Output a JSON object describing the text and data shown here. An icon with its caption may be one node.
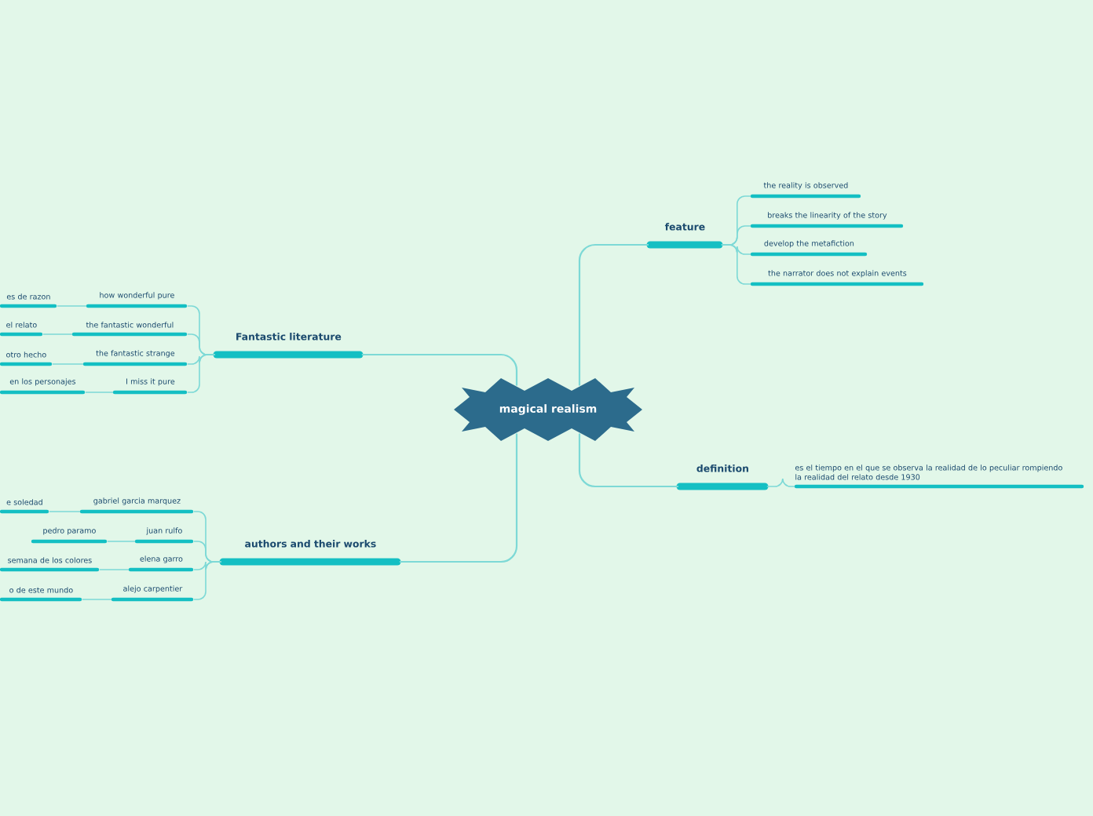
{
  "diagram": {
    "nodes": [
      {
        "text": [
          "magical realism"
        ]
      },
      {
        "text": [
          "feature"
        ]
      },
      {
        "text": [
          "the reality is observed"
        ]
      },
      {
        "text": [
          "breaks the linearity of the story"
        ]
      },
      {
        "text": [
          "develop the metafiction"
        ]
      },
      {
        "text": [
          "the narrator does not explain events"
        ]
      },
      {
        "text": [
          "definition"
        ]
      },
      {
        "text": [
          "es el tiempo en el que se observa la realidad de lo peculiar rompiendo la realidad del relato desde 1930"
        ]
      },
      {
        "text": [
          "Fantastic literature"
        ]
      },
      {
        "text": [
          "how wonderful pure"
        ]
      },
      {
        "text": [
          "the fantastic wonderful"
        ]
      },
      {
        "text": [
          "the fantastic strange"
        ]
      },
      {
        "text": [
          "I miss it pure"
        ]
      },
      {
        "text": [
          "es de razon"
        ]
      },
      {
        "text": [
          "el relato"
        ]
      },
      {
        "text": [
          "otro hecho"
        ]
      },
      {
        "text": [
          "en los personajes"
        ]
      },
      {
        "text": [
          "authors and their works"
        ]
      },
      {
        "text": [
          "gabriel garcia marquez"
        ]
      },
      {
        "text": [
          "juan rulfo"
        ]
      },
      {
        "text": [
          "elena garro"
        ]
      },
      {
        "text": [
          "alejo carpentier"
        ]
      },
      {
        "text": [
          "e soledad"
        ]
      },
      {
        "text": [
          "pedro paramo"
        ]
      },
      {
        "text": [
          "semana de los colores"
        ]
      },
      {
        "text": [
          "o de este mundo"
        ]
      }
    ],
    "edges": [
      {
        "from": 0,
        "to": 1,
        "arrow": "none"
      },
      {
        "from": 0,
        "to": 6,
        "arrow": "none"
      },
      {
        "from": 0,
        "to": 8,
        "arrow": "none"
      },
      {
        "from": 0,
        "to": 17,
        "arrow": "none"
      },
      {
        "from": 1,
        "to": 2,
        "arrow": "none"
      },
      {
        "from": 1,
        "to": 3,
        "arrow": "none"
      },
      {
        "from": 1,
        "to": 4,
        "arrow": "none"
      },
      {
        "from": 1,
        "to": 5,
        "arrow": "none"
      },
      {
        "from": 6,
        "to": 7,
        "arrow": "none"
      },
      {
        "from": 8,
        "to": 9,
        "arrow": "none"
      },
      {
        "from": 8,
        "to": 10,
        "arrow": "none"
      },
      {
        "from": 8,
        "to": 11,
        "arrow": "none"
      },
      {
        "from": 8,
        "to": 12,
        "arrow": "none"
      },
      {
        "from": 9,
        "to": 13,
        "arrow": "none"
      },
      {
        "from": 10,
        "to": 14,
        "arrow": "none"
      },
      {
        "from": 11,
        "to": 15,
        "arrow": "none"
      },
      {
        "from": 12,
        "to": 16,
        "arrow": "none"
      },
      {
        "from": 17,
        "to": 18,
        "arrow": "none"
      },
      {
        "from": 17,
        "to": 19,
        "arrow": "none"
      },
      {
        "from": 17,
        "to": 20,
        "arrow": "none"
      },
      {
        "from": 17,
        "to": 21,
        "arrow": "none"
      },
      {
        "from": 18,
        "to": 22,
        "arrow": "none"
      },
      {
        "from": 19,
        "to": 23,
        "arrow": "none"
      },
      {
        "from": 20,
        "to": 24,
        "arrow": "none"
      },
      {
        "from": 21,
        "to": 25,
        "arrow": "none"
      }
    ]
  }
}
